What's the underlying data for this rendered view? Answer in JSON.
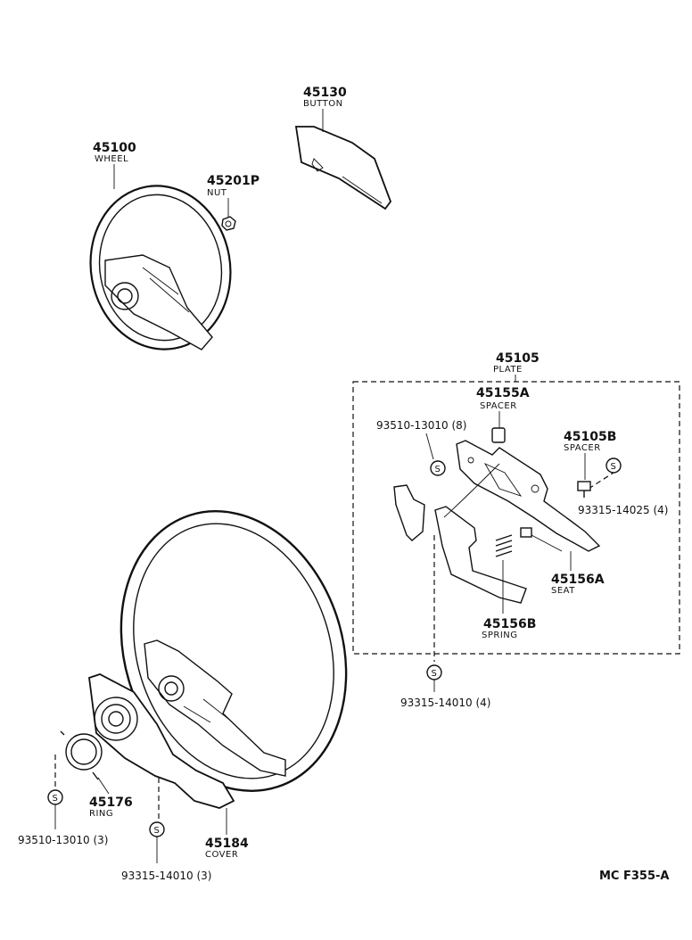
{
  "parts": {
    "wheel_top": {
      "number": "45100",
      "name": "WHEEL"
    },
    "button": {
      "number": "45130",
      "name": "BUTTON"
    },
    "nut": {
      "number": "45201P",
      "name": "NUT"
    },
    "plate": {
      "number": "45105",
      "name": "PLATE"
    },
    "spacer_a": {
      "number": "45155A",
      "name": "SPACER"
    },
    "spacer_b": {
      "number": "45105B",
      "name": "SPACER"
    },
    "seat": {
      "number": "45156A",
      "name": "SEAT"
    },
    "spring": {
      "number": "45156B",
      "name": "SPRING"
    },
    "ring": {
      "number": "45176",
      "name": "RING"
    },
    "cover": {
      "number": "45184",
      "name": "COVER"
    }
  },
  "screws": {
    "plate_inner": "93510-13010 (8)",
    "plate_right": "93315-14025 (4)",
    "plate_bottom": "93315-14010 (4)",
    "ring_bottom": "93510-13010 (3)",
    "cover_bottom": "93315-14010 (3)"
  },
  "symbols": {
    "screw_marker": "S"
  },
  "diagram_code": "MC F355-A"
}
